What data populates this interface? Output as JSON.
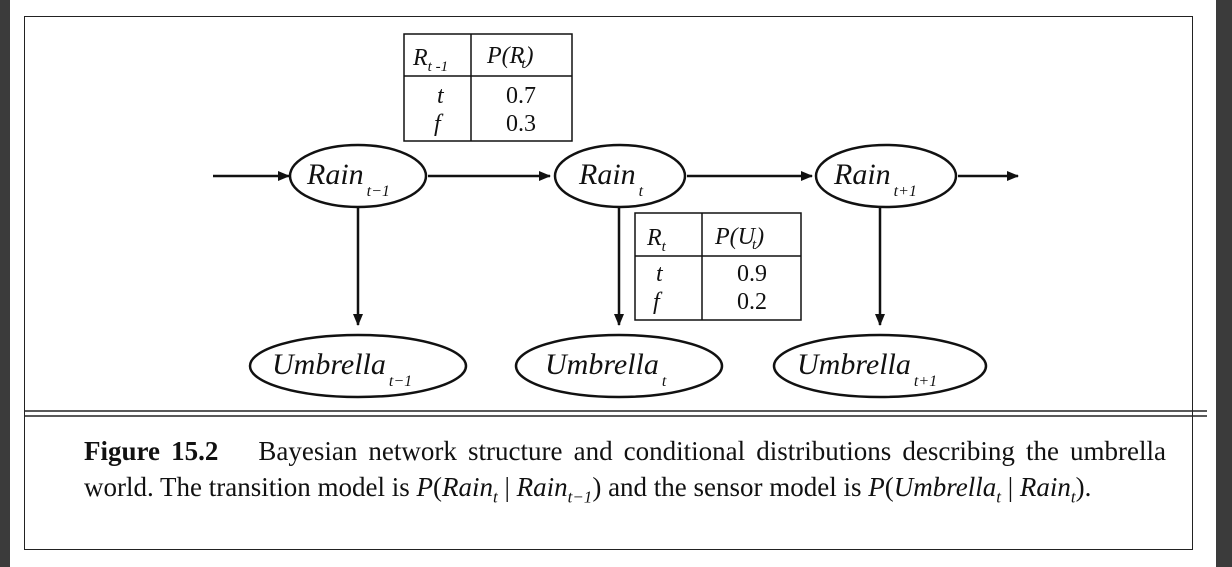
{
  "nodes": {
    "rain_prev": {
      "label": "Rain",
      "sub": "t−1"
    },
    "rain_now": {
      "label": "Rain",
      "sub": "t"
    },
    "rain_next": {
      "label": "Rain",
      "sub": "t+1"
    },
    "umb_prev": {
      "label": "Umbrella",
      "sub": "t−1"
    },
    "umb_now": {
      "label": "Umbrella",
      "sub": "t"
    },
    "umb_next": {
      "label": "Umbrella",
      "sub": "t+1"
    }
  },
  "transition_table": {
    "col1": "R",
    "col1_sub": "t -1",
    "col2": "P(R",
    "col2_sub": "t",
    "col2_end": ")",
    "rows": [
      {
        "cond": "t",
        "value": "0.7"
      },
      {
        "cond": "f",
        "value": "0.3"
      }
    ]
  },
  "sensor_table": {
    "col1": "R",
    "col1_sub": "t",
    "col2": "P(U",
    "col2_sub": "t",
    "col2_end": ")",
    "rows": [
      {
        "cond": "t",
        "value": "0.9"
      },
      {
        "cond": "f",
        "value": "0.2"
      }
    ]
  },
  "caption": {
    "figure_label": "Figure 15.2",
    "text1": "Bayesian network structure and conditional distributions describing the umbrella world.  The transition model is ",
    "m1_a": "P",
    "m1_b": "(",
    "m1_c": "Rain",
    "m1_d": "t",
    "m1_e": " | ",
    "m1_f": "Rain",
    "m1_g": "t−1",
    "m1_h": ")",
    "text2": " and the sensor model is ",
    "m2_a": "P",
    "m2_b": "(",
    "m2_c": "Umbrella",
    "m2_d": "t",
    "m2_e": " | ",
    "m2_f": "Rain",
    "m2_g": "t",
    "m2_h": ")",
    "text3": "."
  }
}
